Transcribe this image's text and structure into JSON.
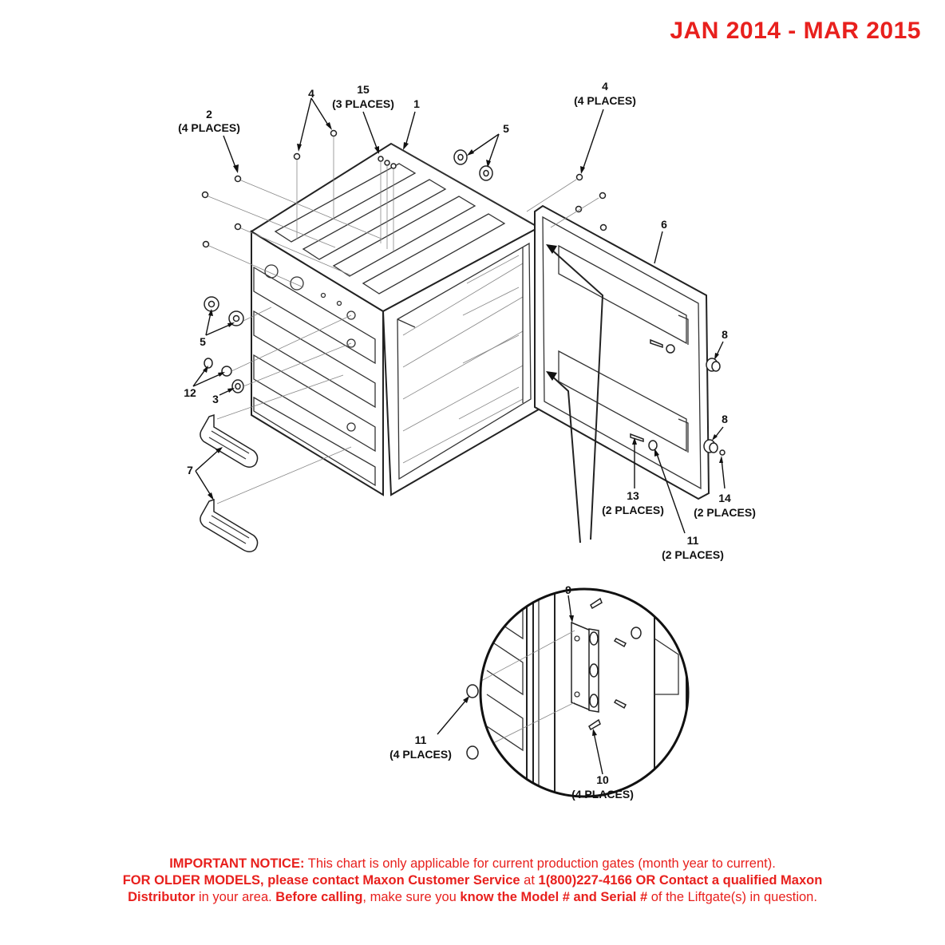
{
  "header": {
    "date_range": "JAN 2014 - MAR 2015"
  },
  "callouts": [
    {
      "id": "c1",
      "num": "1",
      "qty": ""
    },
    {
      "id": "c2",
      "num": "2",
      "qty": "(4 PLACES)"
    },
    {
      "id": "c3",
      "num": "3",
      "qty": ""
    },
    {
      "id": "c4a",
      "num": "4",
      "qty": ""
    },
    {
      "id": "c4b",
      "num": "4",
      "qty": "(4 PLACES)"
    },
    {
      "id": "c5a",
      "num": "5",
      "qty": ""
    },
    {
      "id": "c5b",
      "num": "5",
      "qty": ""
    },
    {
      "id": "c6",
      "num": "6",
      "qty": ""
    },
    {
      "id": "c7",
      "num": "7",
      "qty": ""
    },
    {
      "id": "c8a",
      "num": "8",
      "qty": ""
    },
    {
      "id": "c8b",
      "num": "8",
      "qty": ""
    },
    {
      "id": "c9",
      "num": "9",
      "qty": ""
    },
    {
      "id": "c10",
      "num": "10",
      "qty": "(4 PLACES)"
    },
    {
      "id": "c11a",
      "num": "11",
      "qty": "(2 PLACES)"
    },
    {
      "id": "c11b",
      "num": "11",
      "qty": "(4 PLACES)"
    },
    {
      "id": "c12",
      "num": "12",
      "qty": ""
    },
    {
      "id": "c13",
      "num": "13",
      "qty": "(2 PLACES)"
    },
    {
      "id": "c14",
      "num": "14",
      "qty": "(2 PLACES)"
    },
    {
      "id": "c15",
      "num": "15",
      "qty": "(3 PLACES)"
    }
  ],
  "notice": {
    "l1_bold": "IMPORTANT NOTICE:",
    "l1_text": " This chart is only applicable for current production gates (month year to current).",
    "l2_bold": "FOR OLDER MODELS, please contact Maxon Customer Service",
    "l2_text": " at ",
    "l2_phone": "1(800)227-4166 OR Contact a qualified Maxon",
    "l3_bold1": "Distributor",
    "l3_text1": " in your area. ",
    "l3_bold2": "Before calling",
    "l3_text2": ", make sure you ",
    "l3_bold3": "know the Model # and Serial #",
    "l3_text3": " of the Liftgate(s) in question."
  },
  "colors": {
    "accent_red": "#e8201d",
    "line": "#222222"
  }
}
